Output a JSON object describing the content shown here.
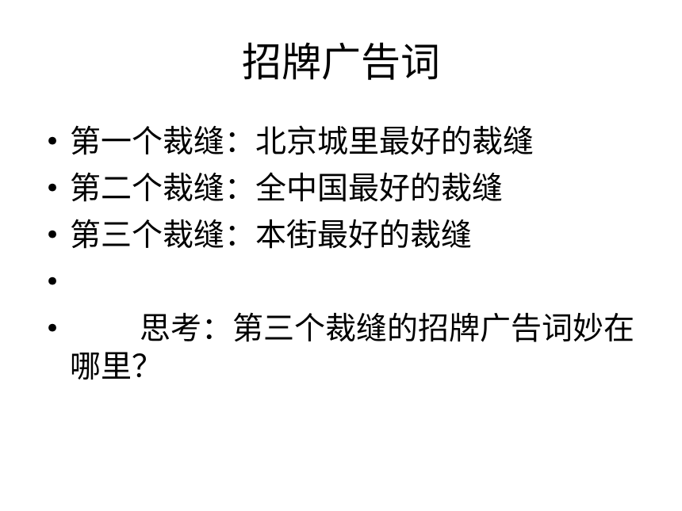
{
  "slide": {
    "title": "招牌广告词",
    "bullet_symbol": "•",
    "bullets": [
      {
        "text": "第一个裁缝：北京城里最好的裁缝"
      },
      {
        "text": "第二个裁缝：全中国最好的裁缝"
      },
      {
        "text": "第三个裁缝：本街最好的裁缝"
      },
      {
        "text": ""
      },
      {
        "text": "思考：第三个裁缝的招牌广告词妙在哪里？"
      }
    ]
  }
}
